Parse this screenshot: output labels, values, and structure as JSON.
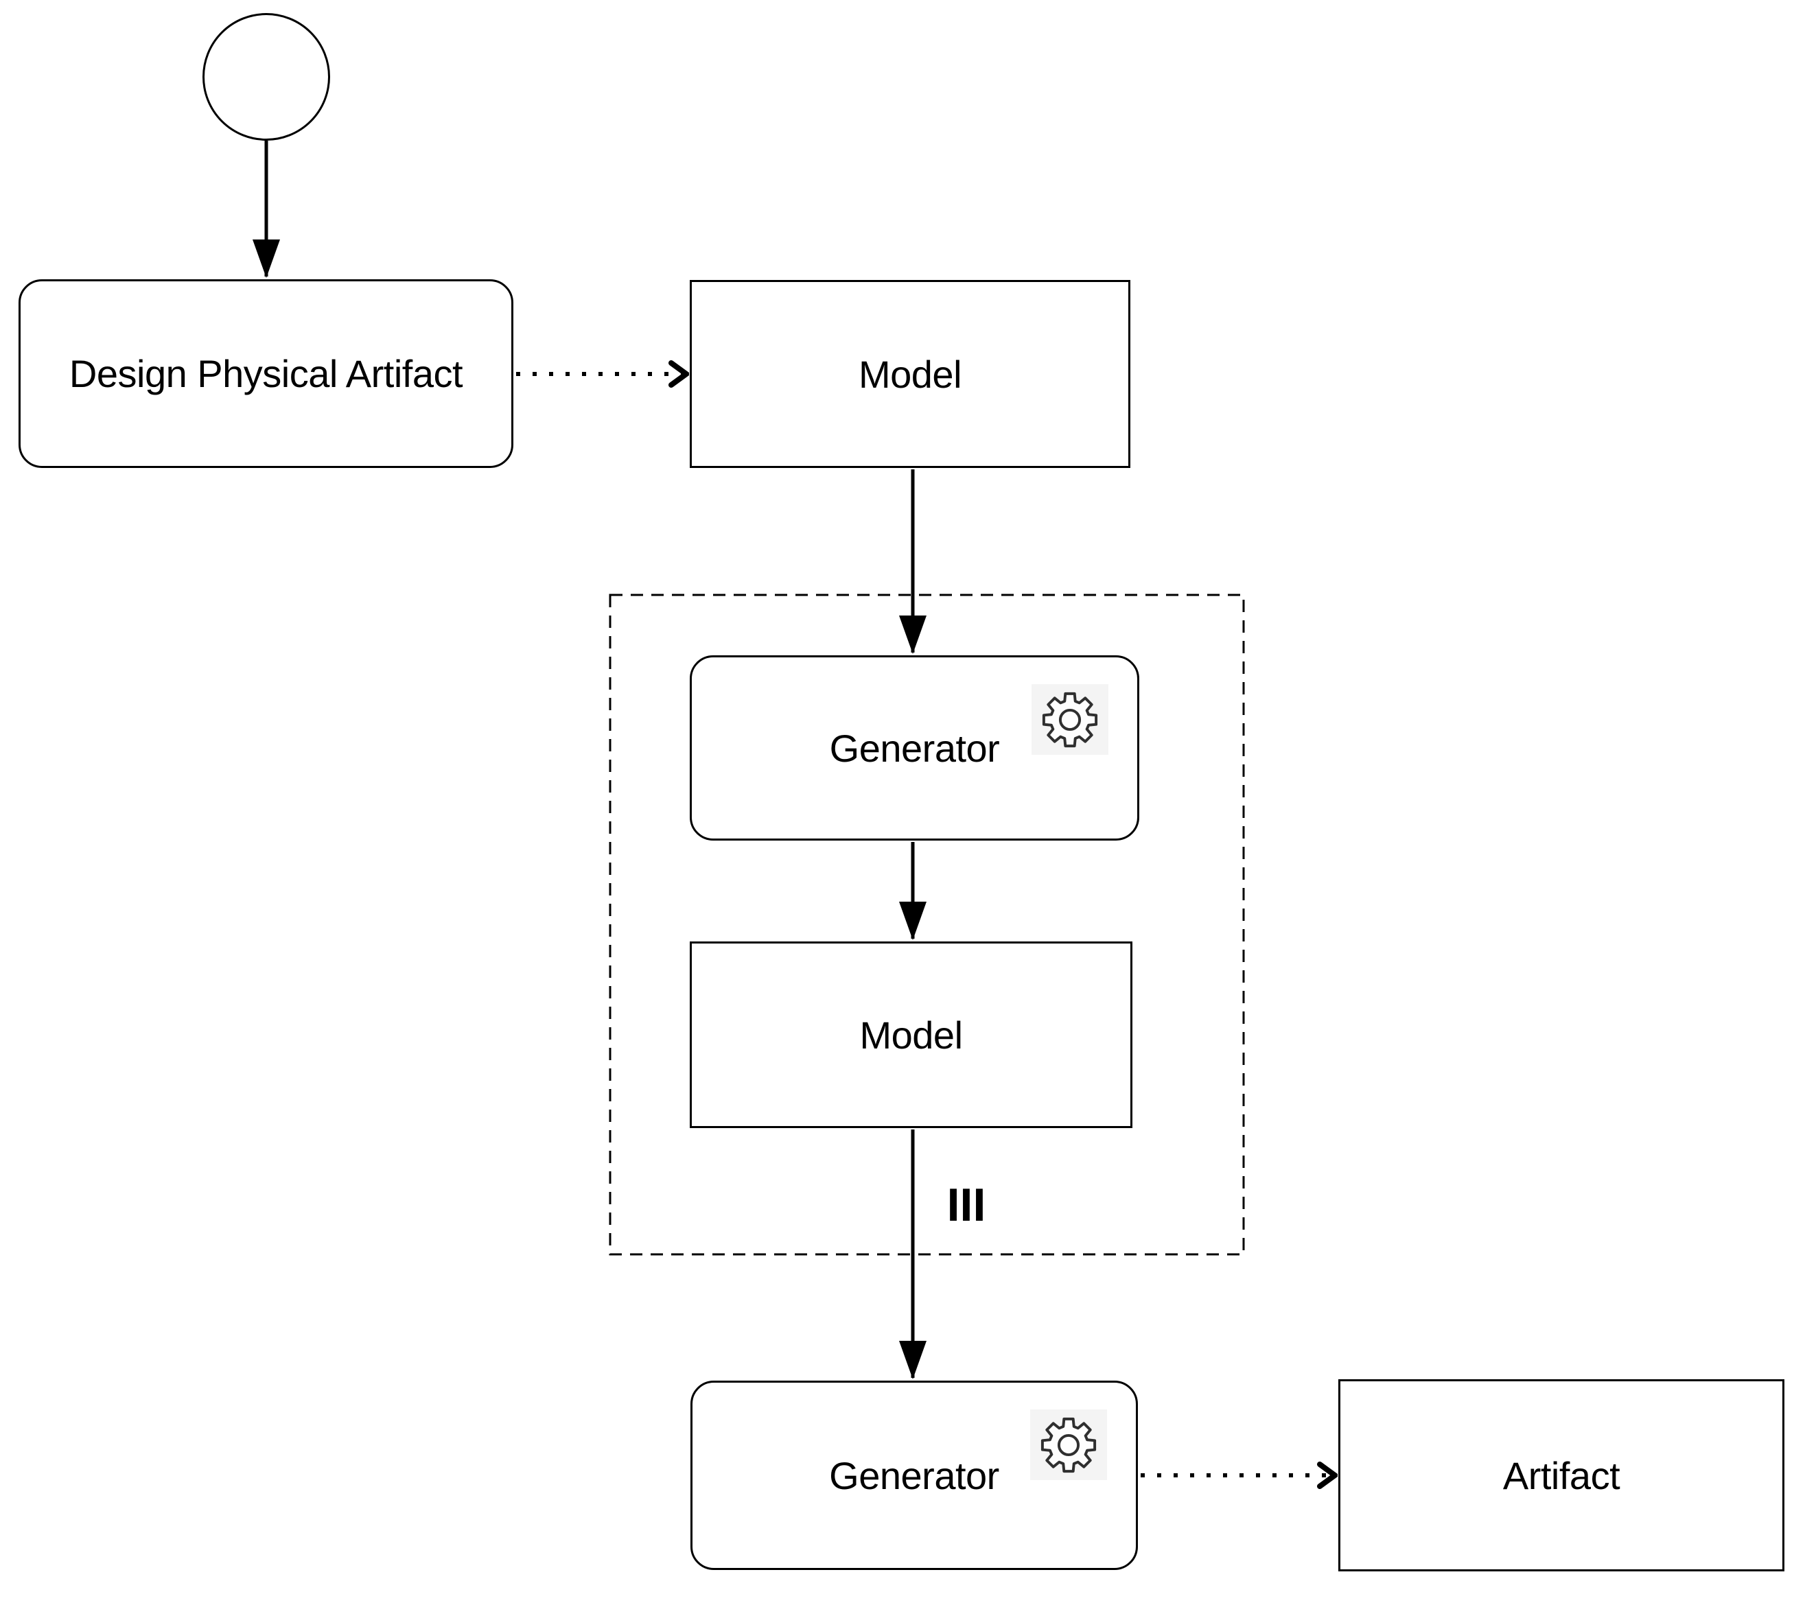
{
  "diagram": {
    "background": "#ffffff",
    "stroke_color": "#000000",
    "nodes": {
      "start_event": {
        "type": "start-event"
      },
      "design_physical_artifact": {
        "label": "Design Physical Artifact",
        "shape": "rounded-task"
      },
      "model_top": {
        "label": "Model",
        "shape": "rectangle"
      },
      "generator_inner": {
        "label": "Generator",
        "shape": "rounded-task",
        "icon": "gear-icon"
      },
      "model_inner": {
        "label": "Model",
        "shape": "rectangle"
      },
      "generator_bottom": {
        "label": "Generator",
        "shape": "rounded-task",
        "icon": "gear-icon"
      },
      "artifact": {
        "label": "Artifact",
        "shape": "rectangle"
      }
    },
    "group": {
      "label": "III",
      "border_style": "dashed"
    },
    "connectors": [
      {
        "name": "start-to-design",
        "style": "solid",
        "head": "filled-triangle"
      },
      {
        "name": "design-to-model",
        "style": "dotted",
        "head": "open-chevron"
      },
      {
        "name": "model-to-generator",
        "style": "solid",
        "head": "filled-triangle"
      },
      {
        "name": "generator-to-model",
        "style": "solid",
        "head": "filled-triangle"
      },
      {
        "name": "model-to-generator-bottom",
        "style": "solid",
        "head": "filled-triangle"
      },
      {
        "name": "generator-to-artifact",
        "style": "dotted",
        "head": "open-chevron"
      }
    ],
    "colors": {
      "gear_background": "#f4f4f4",
      "gear_stroke": "#2f2f2f"
    }
  }
}
